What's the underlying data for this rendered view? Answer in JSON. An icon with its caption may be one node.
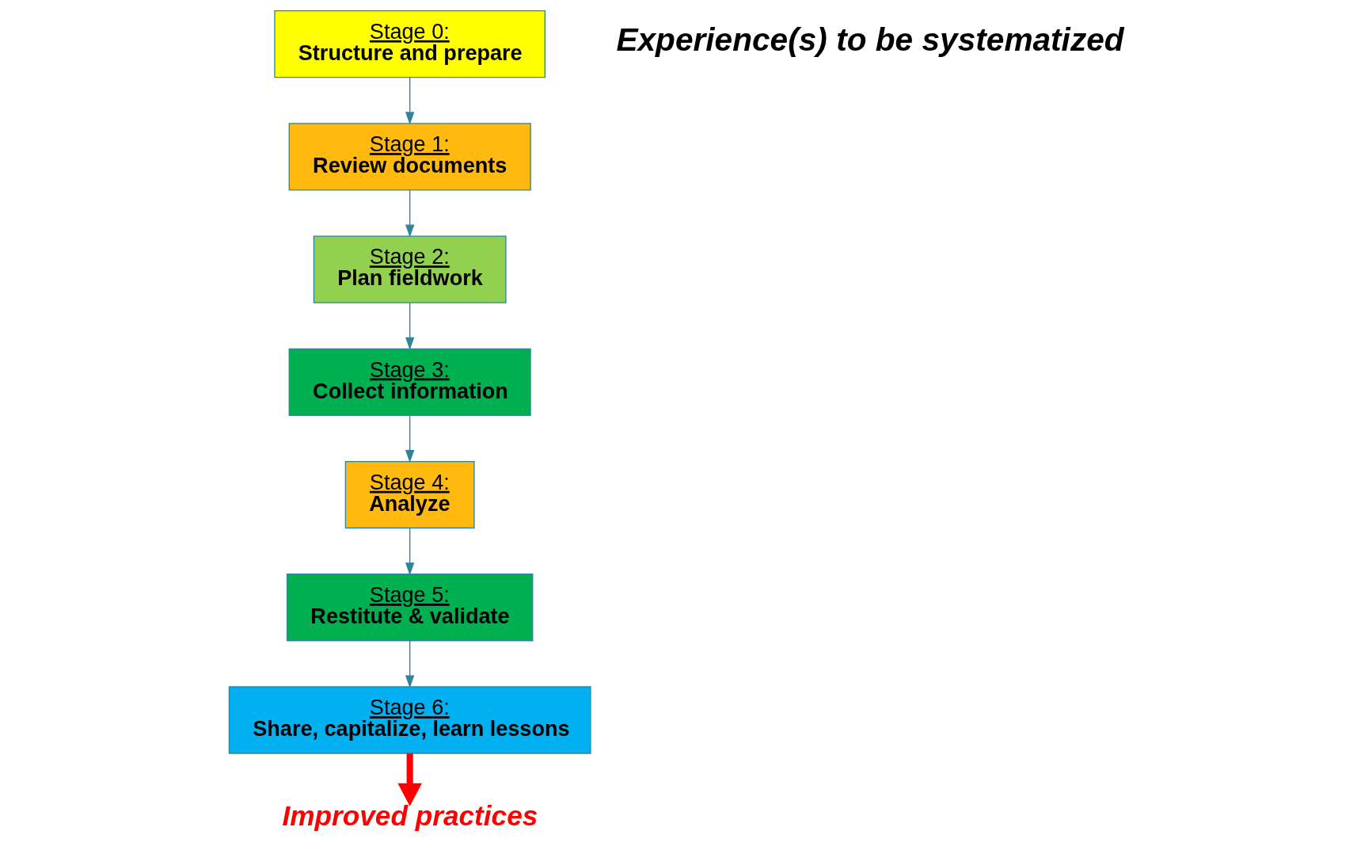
{
  "diagram": {
    "nodes": [
      {
        "text": [
          "Stage 0:",
          "Structure and prepare"
        ]
      },
      {
        "text": [
          "Stage 1:",
          "Review documents"
        ]
      },
      {
        "text": [
          "Stage 2:",
          "Plan fieldwork"
        ]
      },
      {
        "text": [
          "Stage 3:",
          "Collect information"
        ]
      },
      {
        "text": [
          "Stage 4:",
          "Analyze"
        ]
      },
      {
        "text": [
          "Stage 5:",
          "Restitute & validate"
        ]
      },
      {
        "text": [
          "Stage 6:",
          "Share, capitalize, learn lessons"
        ]
      },
      {
        "text": [
          "Improved practices"
        ]
      }
    ],
    "edges": [
      {
        "from": 0,
        "to": 1,
        "arrow": "to"
      },
      {
        "from": 1,
        "to": 2,
        "arrow": "to"
      },
      {
        "from": 2,
        "to": 3,
        "arrow": "to"
      },
      {
        "from": 3,
        "to": 4,
        "arrow": "to"
      },
      {
        "from": 4,
        "to": 5,
        "arrow": "to"
      },
      {
        "from": 5,
        "to": 6,
        "arrow": "to"
      },
      {
        "from": 6,
        "to": 7,
        "arrow": "to",
        "style": "thick",
        "color": "#ff0000"
      }
    ],
    "labels": [
      "Experience(s) to be systematized"
    ]
  }
}
